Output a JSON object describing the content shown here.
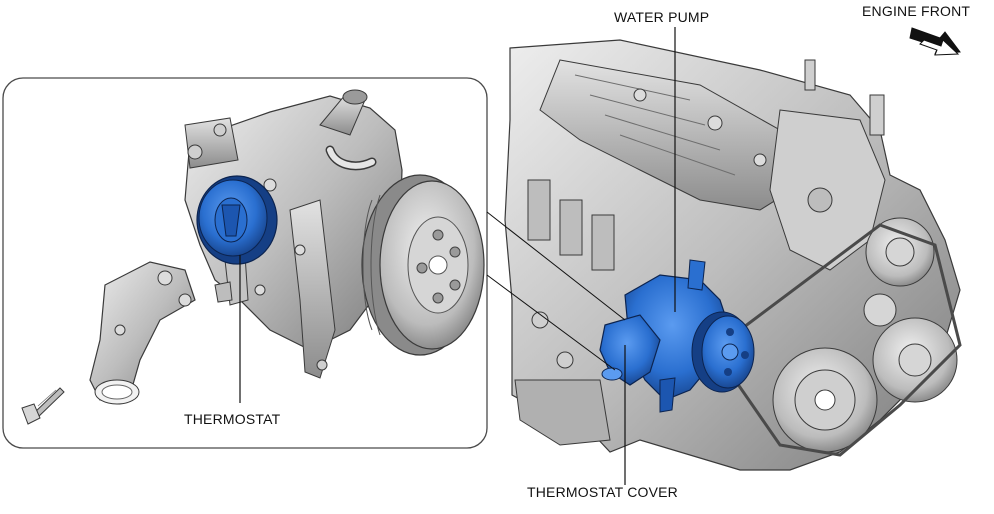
{
  "labels": {
    "engine_front": "ENGINE FRONT",
    "water_pump": "WATER PUMP",
    "thermostat": "THERMOSTAT",
    "thermostat_cover": "THERMOSTAT COVER"
  },
  "colors": {
    "highlight_blue": "#2a6fd0",
    "metal_light": "#d9d9d9",
    "metal_mid": "#a8a8a8",
    "metal_dark": "#6e6e6e",
    "outline": "#3a3a3a"
  },
  "icons": {
    "direction_arrow": "engine-front-arrow-icon"
  }
}
